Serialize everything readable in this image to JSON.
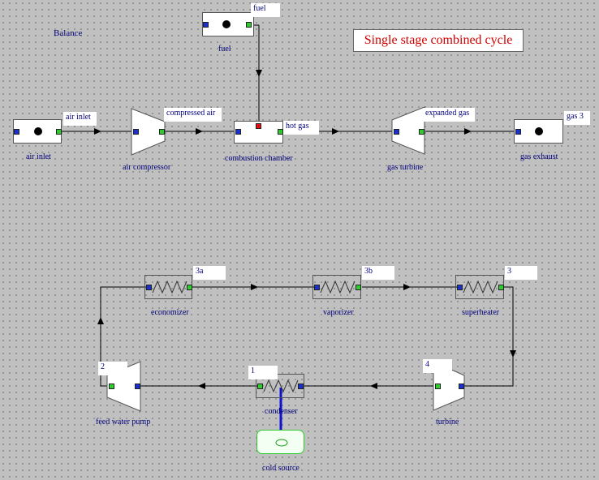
{
  "title": "Single stage combined cycle",
  "balance_label": "Balance",
  "components": {
    "fuel": "fuel",
    "air_inlet": "air inlet",
    "air_compressor": "air compressor",
    "combustion_chamber": "combustion chamber",
    "gas_turbine": "gas turbine",
    "gas_exhaust": "gas exhaust",
    "economizer": "economizer",
    "vaporizer": "vaporizer",
    "superheater": "superheater",
    "feed_water_pump": "feed water pump",
    "condenser": "condenser",
    "turbine": "turbine",
    "cold_source": "cold source"
  },
  "points": {
    "fuel": "fuel",
    "air_inlet": "air inlet",
    "compressed_air": "compressed air",
    "hot_gas": "hot gas",
    "expanded_gas": "expanded gas",
    "gas3": "gas 3",
    "p3a": "3a",
    "p3b": "3b",
    "p3": "3",
    "p2": "2",
    "p1": "1",
    "p4": "4"
  },
  "colors": {
    "inlet_port": "#1a2fd0",
    "outlet_port": "#2ecc2e",
    "fuel_port": "#e01010",
    "title": "#d00000",
    "label": "#00007a",
    "cold_source_link": "#1010d0",
    "cold_source_border": "#2ecc2e"
  }
}
